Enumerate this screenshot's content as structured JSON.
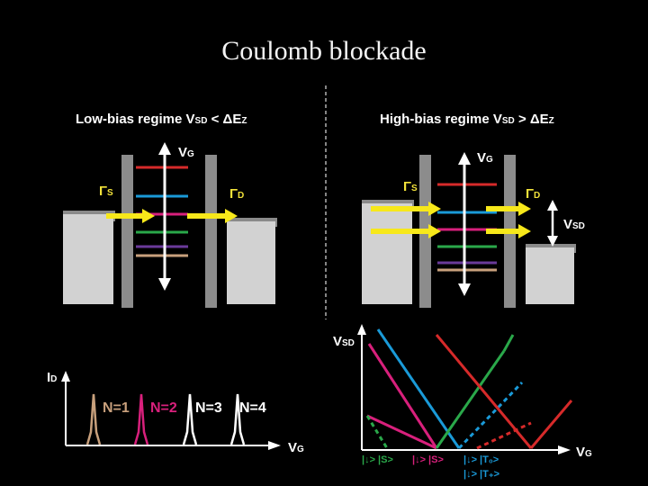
{
  "title": "Coulomb blockade",
  "panels": {
    "low_bias": {
      "heading": "Low-bias regime V",
      "heading_sub": "SD",
      "heading_rel": " < ΔE",
      "heading_rel_sub": "Z",
      "vg_label": "V",
      "vg_sub": "G",
      "gamma_s": "Γ",
      "gamma_s_sub": "S",
      "gamma_d": "Γ",
      "gamma_d_sub": "D"
    },
    "high_bias": {
      "heading": "High-bias regime V",
      "heading_sub": "SD",
      "heading_rel": " > ΔE",
      "heading_rel_sub": "Z",
      "vg_label": "V",
      "vg_sub": "G",
      "gamma_s": "Γ",
      "gamma_s_sub": "S",
      "gamma_d": "Γ",
      "gamma_d_sub": "D",
      "vsd_label": "V",
      "vsd_sub": "SD"
    }
  },
  "level_colors": [
    "#d62a2a",
    "#1a9ad8",
    "#d8207c",
    "#2aa84a",
    "#6a3a9a",
    "#c8a07c"
  ],
  "arrow_color": "#f7e81a",
  "current_plot": {
    "y_label": "I",
    "y_sub": "D",
    "x_label": "V",
    "x_sub": "G",
    "peaks": [
      {
        "label": "N=1",
        "color": "#c8a07c"
      },
      {
        "label": "N=2",
        "color": "#d8207c"
      },
      {
        "label": "N=3",
        "color": "#ffffff"
      },
      {
        "label": "N=4",
        "color": "#ffffff"
      }
    ]
  },
  "diamond_plot": {
    "y_label": "V",
    "y_sub": "SD",
    "x_label": "V",
    "x_sub": "G",
    "state_labels": {
      "s1": "|↓> |S>",
      "s2": "|↓> |S>",
      "t1": "|↓> |T₀>",
      "t2": "|↓> |T₊>"
    }
  }
}
